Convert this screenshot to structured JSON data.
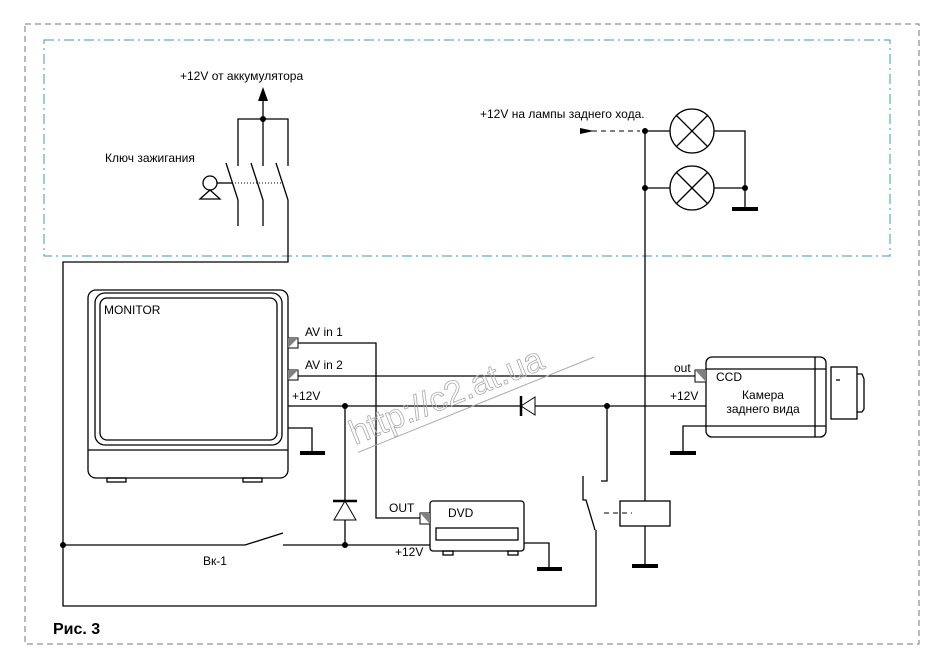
{
  "labels": {
    "battery": "+12V от аккумулятора",
    "ignition_key": "Ключ зажигания",
    "reverse_lamps": "+12V на лампы заднего хода.",
    "monitor": "MONITOR",
    "av_in_1": "AV in 1",
    "av_in_2": "AV in 2",
    "monitor_12v": "+12V",
    "camera_out": "out",
    "camera_ccd": "CCD",
    "camera_12v": "+12V",
    "camera_name_1": "Камера",
    "camera_name_2": "заднего вида",
    "dvd": "DVD",
    "dvd_out": "OUT",
    "dvd_12v": "+12V",
    "switch": "Вк-1",
    "figure": "Рис. 3",
    "watermark": "http://c2.at.ua"
  },
  "colors": {
    "inner_border": "#3a9ac9",
    "outer_border": "#777777",
    "connector": "#808080"
  }
}
